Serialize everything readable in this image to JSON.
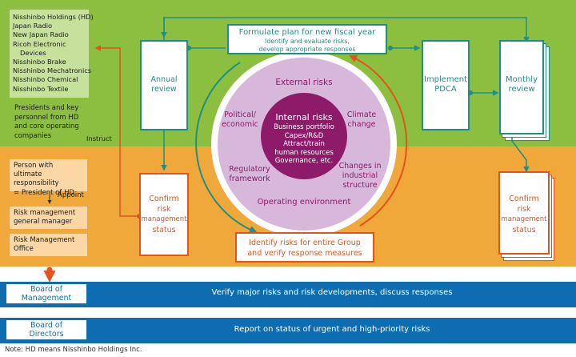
{
  "companies": [
    "Nisshinbo Holdings (HD)",
    "Japan Radio",
    "New Japan Radio",
    "Ricoh Electronic",
    "Devices",
    "Nisshinbo Brake",
    "Nisshinbo Mechatronics",
    "Nisshinbo Chemical",
    "Nisshinbo Textile"
  ],
  "presidents": [
    "Presidents and key",
    "personnel from HD",
    "and core operating",
    "companies"
  ],
  "instruct": "Instruct",
  "formulate": {
    "title": "Formulate plan for new fiscal year",
    "sub1": "Identify and evaluate risks,",
    "sub2": "develop appropriate responses"
  },
  "annual_review": [
    "Annual",
    "review"
  ],
  "implement_pdca": [
    "Implement",
    "PDCA"
  ],
  "monthly_review": [
    "Monthly",
    "review"
  ],
  "external_risks": "External risks",
  "political": [
    "Political/",
    "economic"
  ],
  "climate": [
    "Climate",
    "change"
  ],
  "regulatory": [
    "Regulatory",
    "framework"
  ],
  "industrial": [
    "Changes in",
    "industrial",
    "structure"
  ],
  "operating_env": "Operating environment",
  "internal_risks": {
    "title": "Internal risks",
    "items": [
      "Business portfolio",
      "Capex/R&D",
      "Attract/train",
      "human resources",
      "Governance, etc."
    ]
  },
  "president_box": [
    "Person with ultimate",
    "responsibility",
    "= President of HD"
  ],
  "appoint": "Appoint",
  "risk_gm": [
    "Risk management",
    "general manager"
  ],
  "risk_office": [
    "Risk Management",
    "Office"
  ],
  "confirm_left": [
    "Confirm",
    "risk",
    "management",
    "status"
  ],
  "confirm_right": [
    "Confirm",
    "risk",
    "management",
    "status"
  ],
  "identify": [
    "Identify risks for entire Group",
    "and verify response measures"
  ],
  "board_mgmt": {
    "title": [
      "Board of",
      "Management"
    ],
    "text": "Verify major risks and risk developments, discuss responses"
  },
  "board_dir": {
    "title": [
      "Board of",
      "Directors"
    ],
    "text": "Report on status of urgent and high-priority risks"
  },
  "note": "Note: HD means Nisshinbo Holdings Inc.",
  "colors": {
    "green": "#8cbf3f",
    "orange": "#f0a83a",
    "teal": "#1f8f86",
    "red": "#e3531f",
    "blue": "#0e6db0",
    "purple_light": "#d7b8da",
    "purple_dark": "#8e1a6a"
  }
}
